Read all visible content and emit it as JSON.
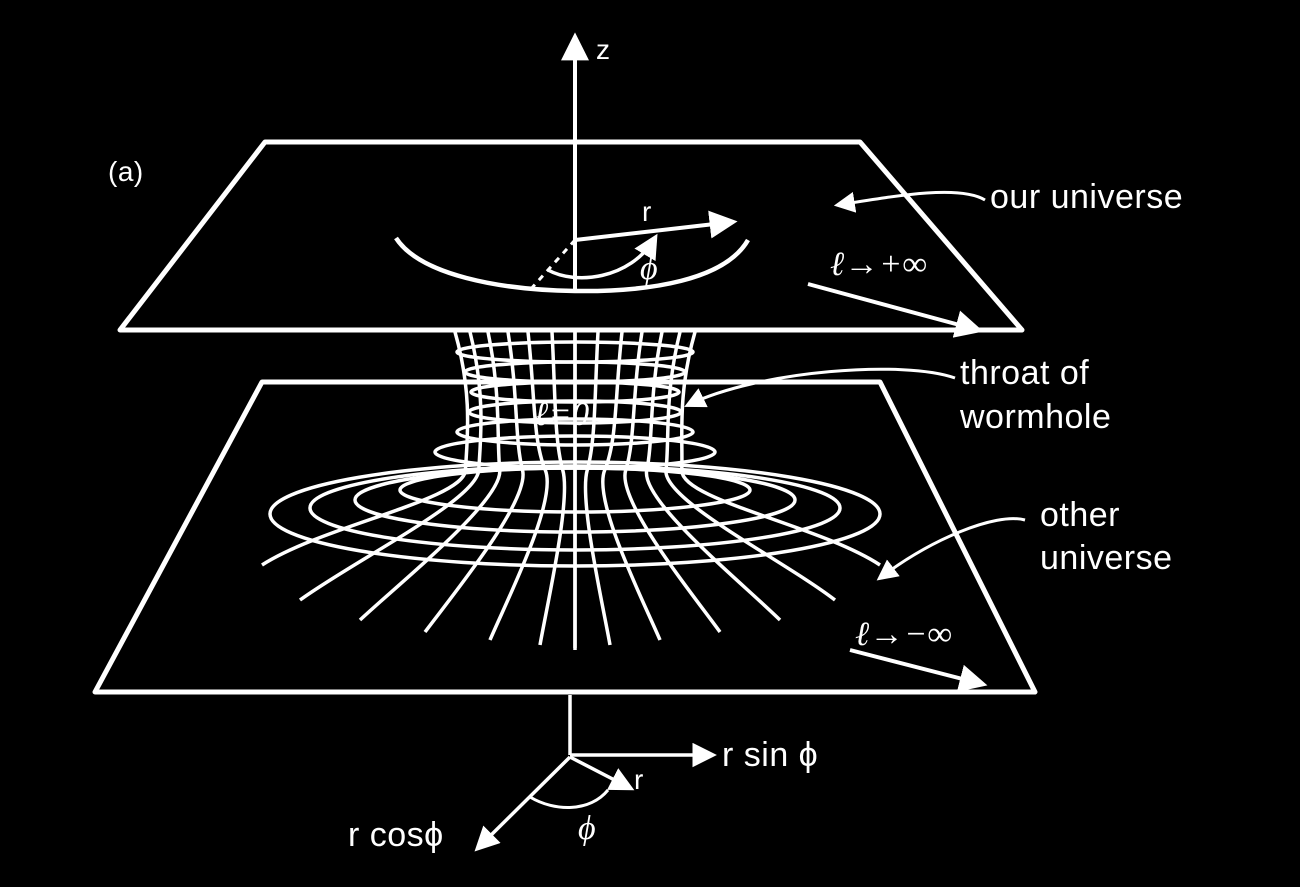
{
  "figure": {
    "panel_label": "(a)",
    "axis": {
      "z_label": "z"
    },
    "upper_plane": {
      "label": "our universe",
      "radial_label": "r",
      "angle_label": "ϕ",
      "limit_label": "ℓ→+∞"
    },
    "throat": {
      "label_line1": "throat of",
      "label_line2": "wormhole",
      "center_label": "ℓ=0"
    },
    "lower_plane": {
      "label_line1": "other",
      "label_line2": "universe",
      "limit_label": "ℓ→−∞"
    },
    "coordinate_key": {
      "x_label": "r sin ϕ",
      "y_label": "r cosϕ",
      "radial_label": "r",
      "angle_label": "ϕ"
    },
    "colors": {
      "background": "#000000",
      "ink": "#ffffff"
    }
  }
}
